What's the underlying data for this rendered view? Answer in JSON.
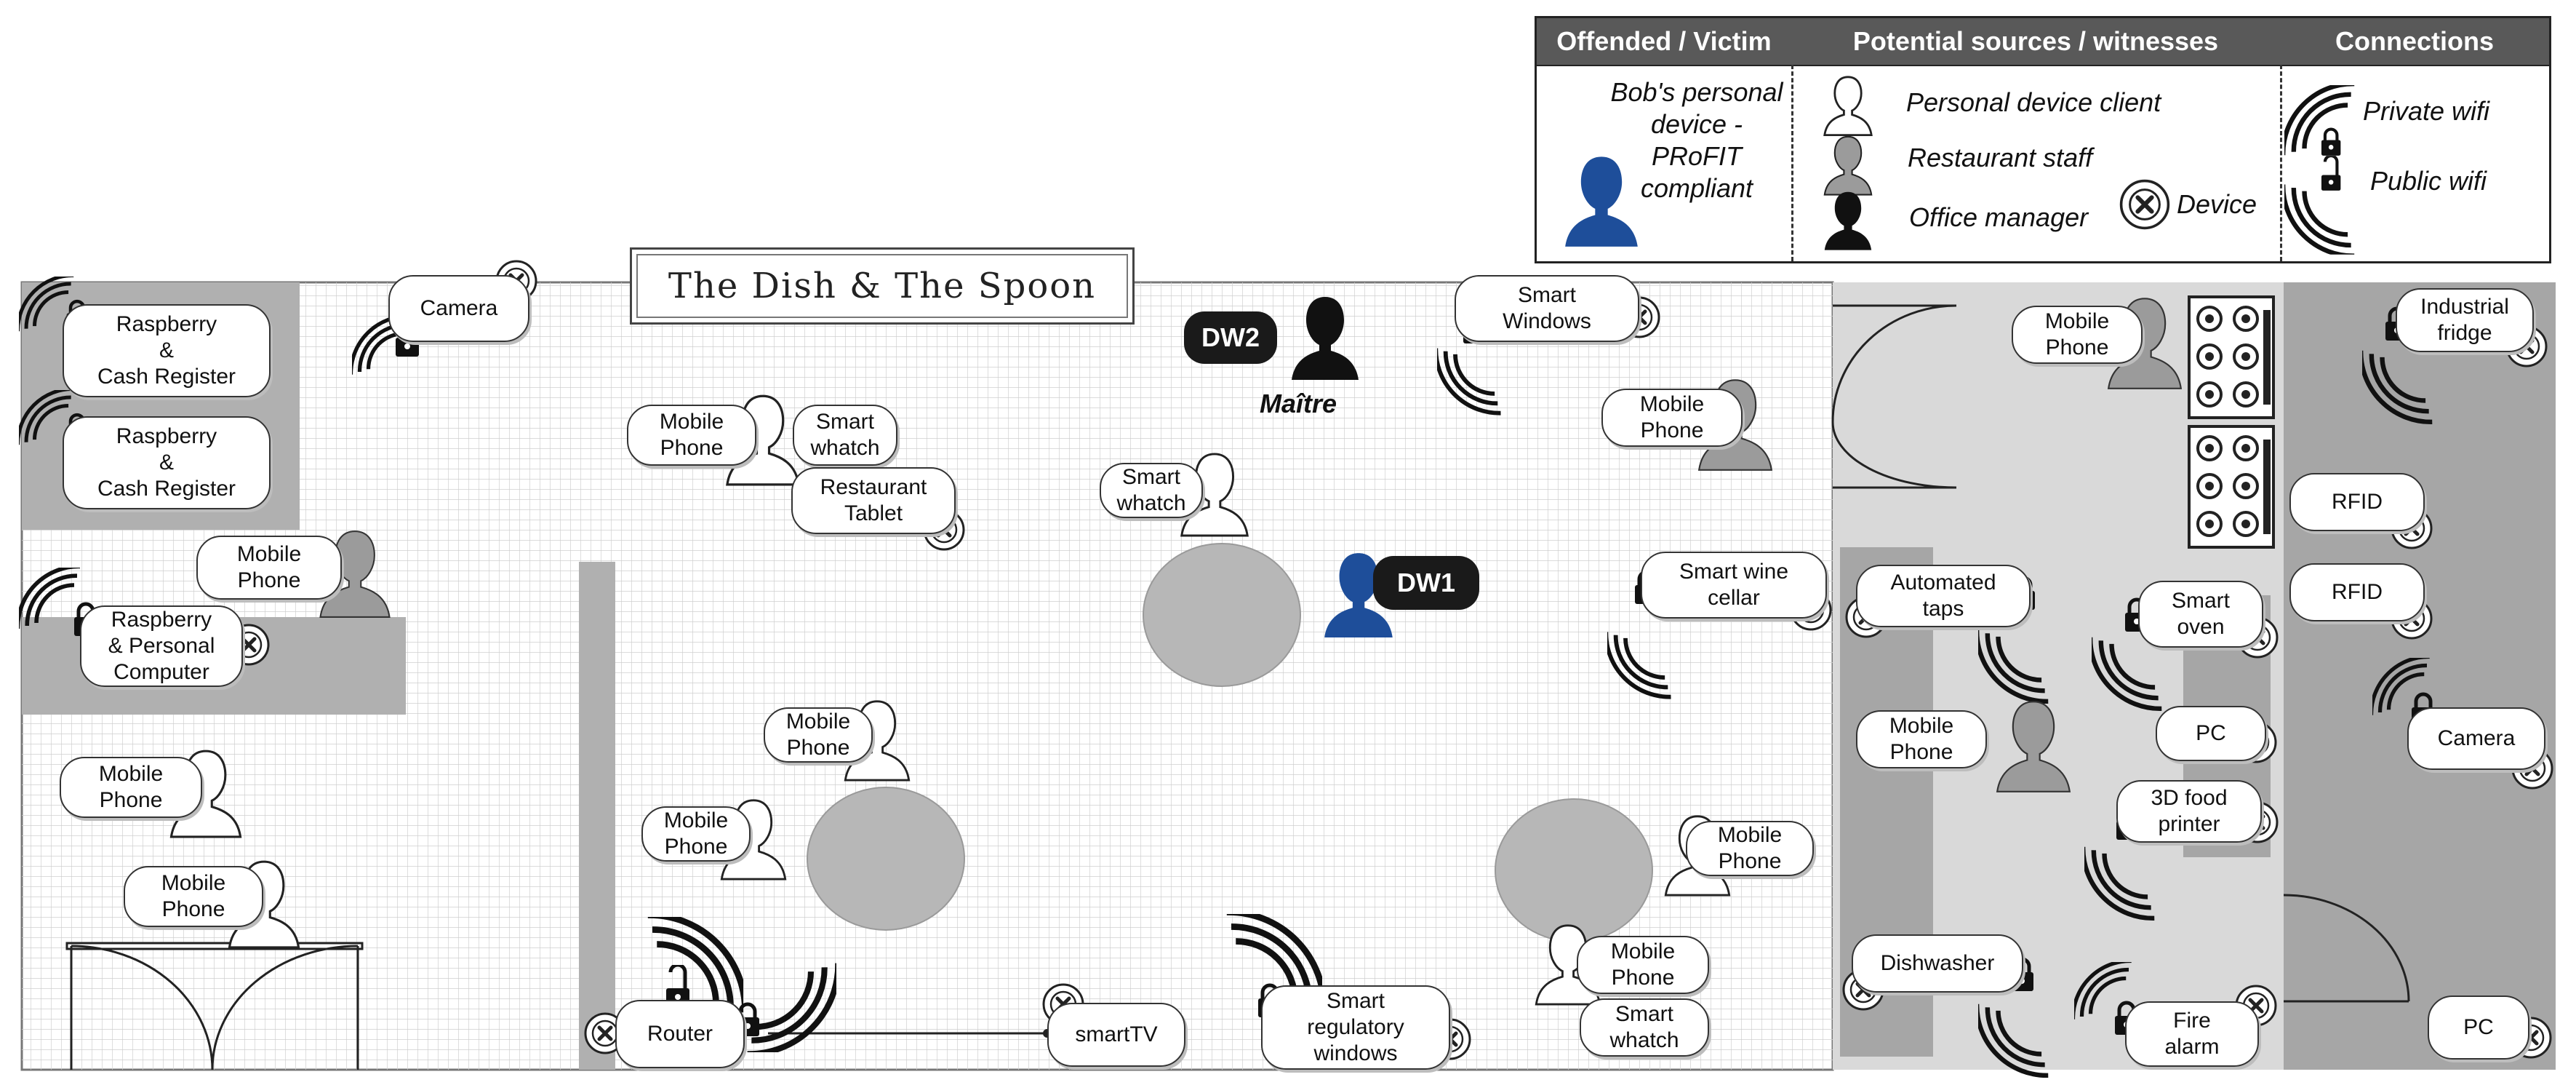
{
  "legend": {
    "headers": [
      "Offended / Victim",
      "Potential sources / witnesses",
      "Connections"
    ],
    "victim_text": "Bob's personal device - PRoFIT compliant",
    "witness_items": [
      "Personal device client",
      "Restaurant staff",
      "Office manager"
    ],
    "device_label": "Device",
    "connection_items": [
      "Private wifi",
      "Public wifi"
    ]
  },
  "colors": {
    "victim_blue": "#1e4e9a",
    "staff_gray": "#9b9b9b",
    "manager_black": "#111111",
    "grid_line": "#c8c8c8",
    "zone_gray": "#b0b0b0",
    "kitchen_light": "#d9d9d9",
    "kitchen_dark": "#a6a6a6"
  },
  "restaurant": {
    "name": "The Dish & The Spoon",
    "labels": {
      "dw2": "DW2",
      "dw1": "DW1",
      "maitre": "Maître"
    },
    "devices": {
      "raspberry_register_1": "Raspberry\n&\nCash Register",
      "raspberry_register_2": "Raspberry\n&\nCash Register",
      "camera_1": "Camera",
      "mobile_office": "Mobile\nPhone",
      "raspberry_pc": "Raspberry\n& Personal\nComputer",
      "mobile_left_1": "Mobile\nPhone",
      "mobile_left_2": "Mobile\nPhone",
      "mobile_top": "Mobile\nPhone",
      "smartwatch_top": "Smart\nwhatch",
      "restaurant_tablet": "Restaurant\nTablet",
      "smartwatch_center": "Smart\nwhatch",
      "mobile_mid_1": "Mobile\nPhone",
      "mobile_mid_2": "Mobile\nPhone",
      "router": "Router",
      "smart_tv": "smartTV",
      "smart_reg_windows": "Smart\nregulatory\nwindows",
      "smart_windows": "Smart\nWindows",
      "mobile_staff_right": "Mobile\nPhone",
      "wine_cellar": "Smart wine\ncellar",
      "mobile_right_1": "Mobile\nPhone",
      "mobile_right_2": "Mobile\nPhone",
      "smartwatch_right": "Smart\nwhatch",
      "mobile_kitchen_top": "Mobile\nPhone",
      "automated_taps": "Automated\ntaps",
      "smart_oven": "Smart\noven",
      "pc_kitchen": "PC",
      "mobile_kitchen": "Mobile\nPhone",
      "food_printer": "3D food\nprinter",
      "dishwasher": "Dishwasher",
      "fire_alarm": "Fire\nalarm",
      "industrial_fridge": "Industrial\nfridge",
      "rfid_1": "RFID",
      "rfid_2": "RFID",
      "camera_2": "Camera",
      "pc_storage": "PC"
    }
  }
}
